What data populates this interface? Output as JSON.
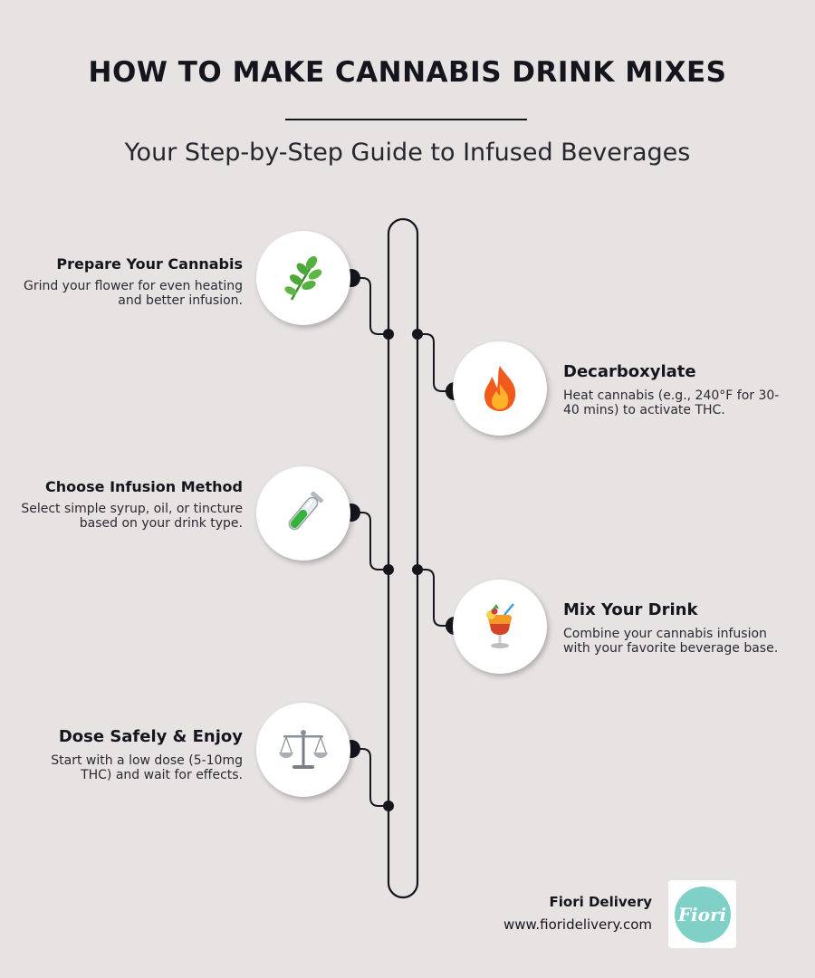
{
  "header": {
    "title": "HOW TO MAKE CANNABIS DRINK MIXES",
    "subtitle": "Your Step-by-Step Guide to Infused Beverages"
  },
  "steps": [
    {
      "title": "Prepare Your Cannabis",
      "description": "Grind your flower for even heating and better infusion.",
      "icon": "herb-leaf-icon"
    },
    {
      "title": "Decarboxylate",
      "description": "Heat cannabis (e.g., 240°F for 30-40 mins) to activate THC.",
      "icon": "fire-icon"
    },
    {
      "title": "Choose Infusion Method",
      "description": "Select simple syrup, oil, or tincture based on your drink type.",
      "icon": "test-tube-icon"
    },
    {
      "title": "Mix Your Drink",
      "description": "Combine your cannabis infusion with your favorite beverage base.",
      "icon": "tropical-drink-icon"
    },
    {
      "title": "Dose Safely & Enjoy",
      "description": "Start with a low dose (5-10mg THC) and wait for effects.",
      "icon": "balance-scale-icon"
    }
  ],
  "footer": {
    "brand": "Fiori Delivery",
    "url": "www.fioridelivery.com",
    "logo_text": "Fiori"
  },
  "colors": {
    "background": "#e7e3e2",
    "ink": "#15151d",
    "logo_teal": "#7fd1c7"
  }
}
